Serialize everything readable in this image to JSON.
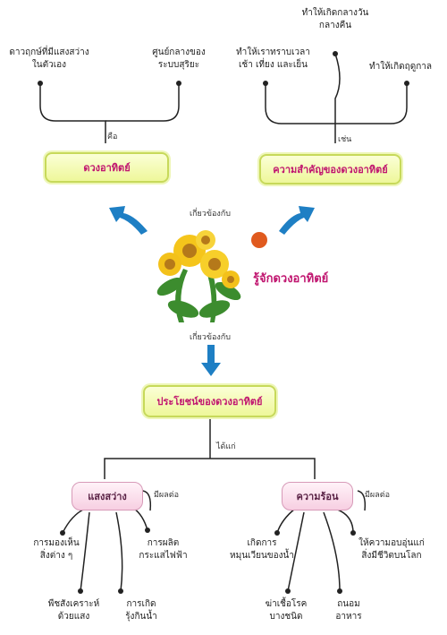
{
  "center": {
    "title": "รู้จักดวงอาทิตย์"
  },
  "top_left": {
    "box": "ดวงอาทิตย์",
    "connector": "คือ",
    "items": [
      [
        "ดาวฤกษ์ที่มีแสงสว่าง",
        "ในตัวเอง"
      ],
      [
        "ศูนย์กลางของ",
        "ระบบสุริยะ"
      ]
    ]
  },
  "top_right": {
    "box": "ความสำคัญของดวงอาทิตย์",
    "connector": "เช่น",
    "items": [
      [
        "ทำให้เราทราบเวลา",
        "เช้า เที่ยง และเย็น"
      ],
      [
        "ทำให้เกิดกลางวัน",
        "กลางคืน"
      ],
      [
        "ทำให้เกิดฤดูกาล"
      ]
    ]
  },
  "relation_labels": {
    "upper": "เกี่ยวข้องกับ",
    "lower": "เกี่ยวข้องกับ"
  },
  "bottom": {
    "box": "ประโยชน์ของดวงอาทิตย์",
    "connector": "ได้แก่",
    "light": {
      "label": "แสงสว่าง",
      "effect": "มีผลต่อ",
      "items": [
        [
          "การมองเห็น",
          "สิ่งต่าง ๆ"
        ],
        [
          "การผลิต",
          "กระแสไฟฟ้า"
        ],
        [
          "พืชสังเคราะห์",
          "ด้วยแสง"
        ],
        [
          "การเกิด",
          "รุ้งกินน้ำ"
        ]
      ]
    },
    "heat": {
      "label": "ความร้อน",
      "effect": "มีผลต่อ",
      "items": [
        [
          "เกิดการ",
          "หมุนเวียนของน้ำ"
        ],
        [
          "ให้ความอบอุ่นแก่",
          "สิ่งมีชีวิตบนโลก"
        ],
        [
          "ฆ่าเชื้อโรค",
          "บางชนิด"
        ],
        [
          "ถนอม",
          "อาหาร"
        ]
      ]
    }
  },
  "colors": {
    "box_text": "#c0156f",
    "arrow": "#1e7fc4",
    "line": "#222222",
    "dot": "#e05a1e"
  },
  "icons": [
    "sunflower-illustration",
    "orange-dot"
  ]
}
